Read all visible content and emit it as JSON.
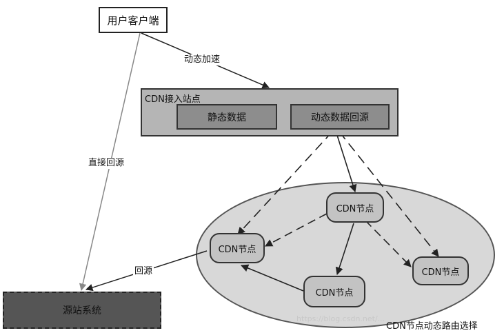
{
  "nodes": {
    "client": "用户客户端",
    "access_title": "CDN接入站点",
    "static_data": "静态数据",
    "dynamic_origin": "动态数据回源",
    "cdn_top": "CDN节点",
    "cdn_left": "CDN节点",
    "cdn_right": "CDN节点",
    "cdn_bottom": "CDN节点",
    "origin": "源站系统"
  },
  "edge_labels": {
    "dynamic_accel": "动态加速",
    "direct_origin": "直接回源",
    "back_origin": "回源"
  },
  "caption": "CDN节点动态路由选择",
  "watermark": "https://blog.csdn.net/..."
}
